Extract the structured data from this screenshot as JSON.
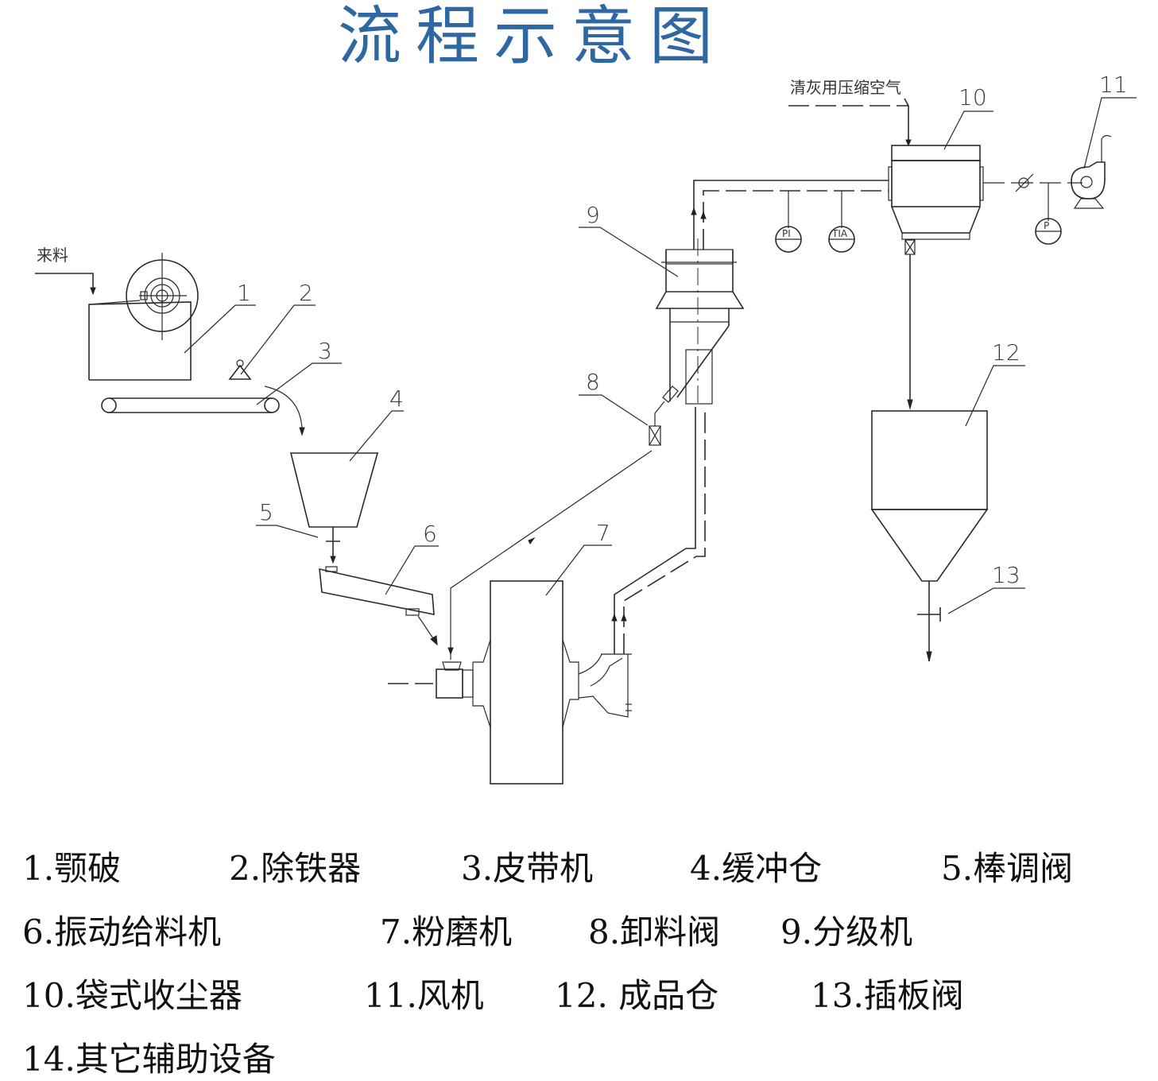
{
  "title": "流程示意图",
  "annotations": {
    "feed_in": "来料",
    "compressed_air": "清灰用压缩空气",
    "gauge_pi": "PI",
    "gauge_tia": "TIA",
    "gauge_p": "P"
  },
  "callouts": [
    "1",
    "2",
    "3",
    "4",
    "5",
    "6",
    "7",
    "8",
    "9",
    "10",
    "11",
    "12",
    "13"
  ],
  "legend": [
    {
      "num": "1.",
      "label": "颚破"
    },
    {
      "num": "2.",
      "label": "除铁器"
    },
    {
      "num": "3.",
      "label": "皮带机"
    },
    {
      "num": "4.",
      "label": "缓冲仓"
    },
    {
      "num": "5.",
      "label": "棒调阀"
    },
    {
      "num": "6.",
      "label": "振动给料机"
    },
    {
      "num": "7.",
      "label": "粉磨机"
    },
    {
      "num": "8.",
      "label": "卸料阀"
    },
    {
      "num": "9.",
      "label": "分级机"
    },
    {
      "num": "10.",
      "label": "袋式收尘器"
    },
    {
      "num": "11.",
      "label": "风机"
    },
    {
      "num": "12. ",
      "label": "成品仓"
    },
    {
      "num": "13.",
      "label": "插板阀"
    },
    {
      "num": "14.",
      "label": "其它辅助设备"
    }
  ],
  "colors": {
    "title": "#2f67a3",
    "lines": "#2a2a2a",
    "background": "#ffffff"
  }
}
